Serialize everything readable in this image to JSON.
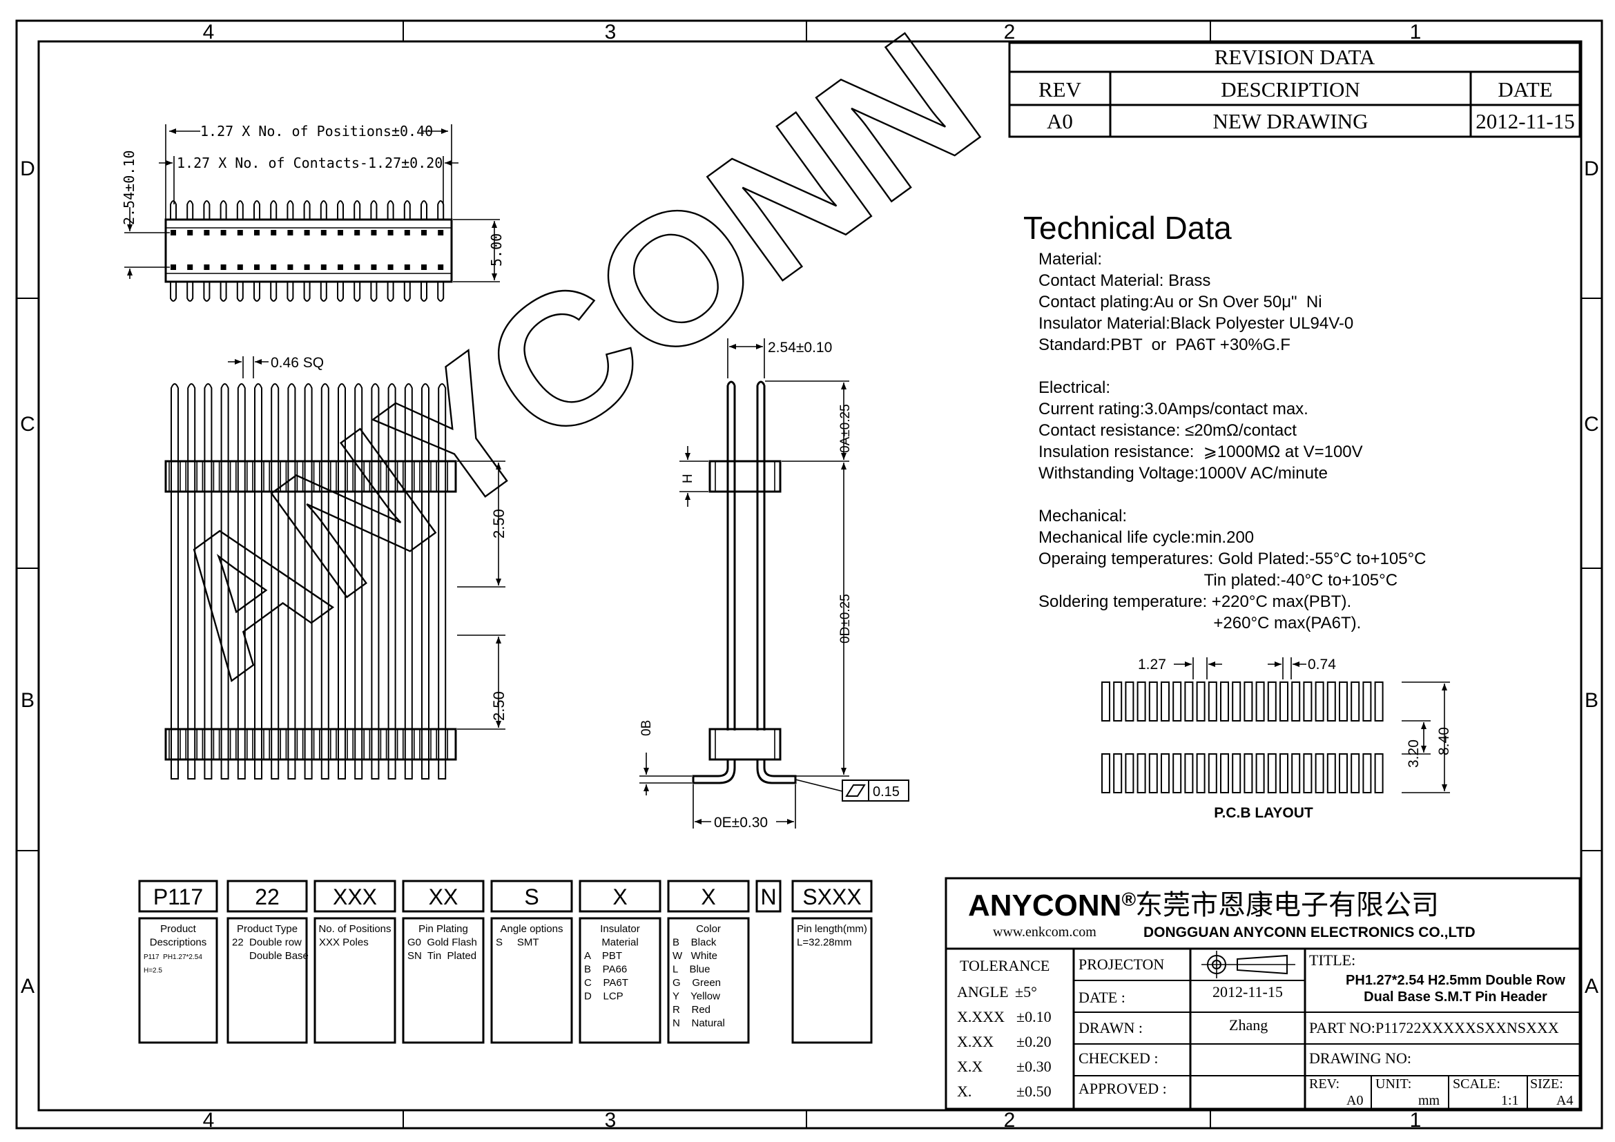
{
  "border": {
    "columns": [
      "4",
      "3",
      "2",
      "1"
    ],
    "rows": [
      "D",
      "C",
      "B",
      "A"
    ]
  },
  "revision": {
    "title": "REVISION DATA",
    "headers": [
      "REV",
      "DESCRIPTION",
      "DATE"
    ],
    "row": [
      "A0",
      "NEW DRAWING",
      "2012-11-15"
    ]
  },
  "watermark": "ANYCONN",
  "technical": {
    "heading": "Technical Data",
    "lines": [
      "Material:",
      "Contact Material: Brass",
      "Contact plating:Au or Sn Over 50μ\"  Ni",
      "Insulator Material:Black Polyester UL94V-0",
      "Standard:PBT  or  PA6T +30%G.F",
      "",
      "Electrical:",
      "Current rating:3.0Amps/contact max.",
      "Contact resistance: ≤20mΩ/contact",
      "Insulation resistance:  ⩾1000MΩ at V=100V",
      "Withstanding Voltage:1000V AC/minute",
      "",
      "Mechanical:",
      "Mechanical life cycle:min.200",
      "Operaing temperatures: Gold Plated:-55°C to+105°C",
      "                                    Tin plated:-40°C to+105°C",
      "Soldering temperature: +220°C max(PBT).",
      "                                      +260°C max(PA6T)."
    ]
  },
  "dims": {
    "positions": "1.27 X No. of Positions±0.40",
    "contacts": "1.27 X No. of Contacts-1.27±0.20",
    "pitch_v": "2.54±0.10",
    "height": "5.00",
    "pin_sq": "0.46 SQ",
    "span_upper": "2.50",
    "span_lower": "2.50",
    "side_pitch": "2.54±0.10",
    "oa": "0A±0.25",
    "h": "H",
    "od": "0D±0.25",
    "ob": "0B",
    "oe": "0E±0.30",
    "flatness": "0.15",
    "pcb_pitch": "1.27",
    "pcb_pad": "0.74",
    "pcb_inner": "3.20",
    "pcb_outer": "8.40",
    "pcb_label": "P.C.B  LAYOUT"
  },
  "part_code": {
    "boxes": [
      "P117",
      "22",
      "XXX",
      "XX",
      "S",
      "X",
      "X",
      "N",
      "SXXX"
    ],
    "descriptions": [
      [
        "Product",
        "Descriptions",
        "P117  PH1.27*2.54",
        "H=2.5"
      ],
      [
        "Product Type",
        "22  Double row",
        "      Double Base"
      ],
      [
        "No. of Positions",
        "XXX Poles"
      ],
      [
        "Pin Plating",
        "G0  Gold Flash",
        "SN  Tin  Plated"
      ],
      [
        "Angle options",
        "S     SMT"
      ],
      [
        "Insulator",
        "Material",
        "A    PBT",
        "B    PA66",
        "C    PA6T",
        "D    LCP"
      ],
      [
        "Color",
        "B    Black",
        "W   White",
        "L    Blue",
        "G    Green",
        "Y    Yellow",
        "R    Red",
        "N    Natural"
      ],
      [],
      [
        "Pin length(mm)",
        "L=32.28mm"
      ]
    ]
  },
  "title_block": {
    "company": "ANYCONN",
    "reg": "®",
    "company_cn": "东莞市恩康电子有限公司",
    "website": "www.enkcom.com",
    "company_en": "DONGGUAN  ANYCONN  ELECTRONICS CO.,LTD",
    "tolerance_label": "TOLERANCE",
    "tolerances": [
      [
        "ANGLE",
        "±5°"
      ],
      [
        "X.XXX",
        "±0.10"
      ],
      [
        "X.XX",
        "±0.20"
      ],
      [
        "X.X",
        "±0.30"
      ],
      [
        "X.",
        "±0.50"
      ]
    ],
    "projection": "PROJECTON",
    "date_label": "DATE :",
    "date": "2012-11-15",
    "drawn_label": "DRAWN :",
    "drawn": "Zhang",
    "checked_label": "CHECKED :",
    "approved_label": "APPROVED :",
    "title_label": "TITLE:",
    "title_line1": "PH1.27*2.54 H2.5mm  Double Row",
    "title_line2": "Dual Base S.M.T Pin Header",
    "part_no_label": "PART NO:",
    "part_no": "P11722XXXXXSXXNSXXX",
    "drawing_no_label": "DRAWING NO:",
    "rev_label": "REV:",
    "rev": "A0",
    "unit_label": "UNIT:",
    "unit": "mm",
    "scale_label": "SCALE:",
    "scale": "1:1",
    "size_label": "SIZE:",
    "size": "A4"
  }
}
